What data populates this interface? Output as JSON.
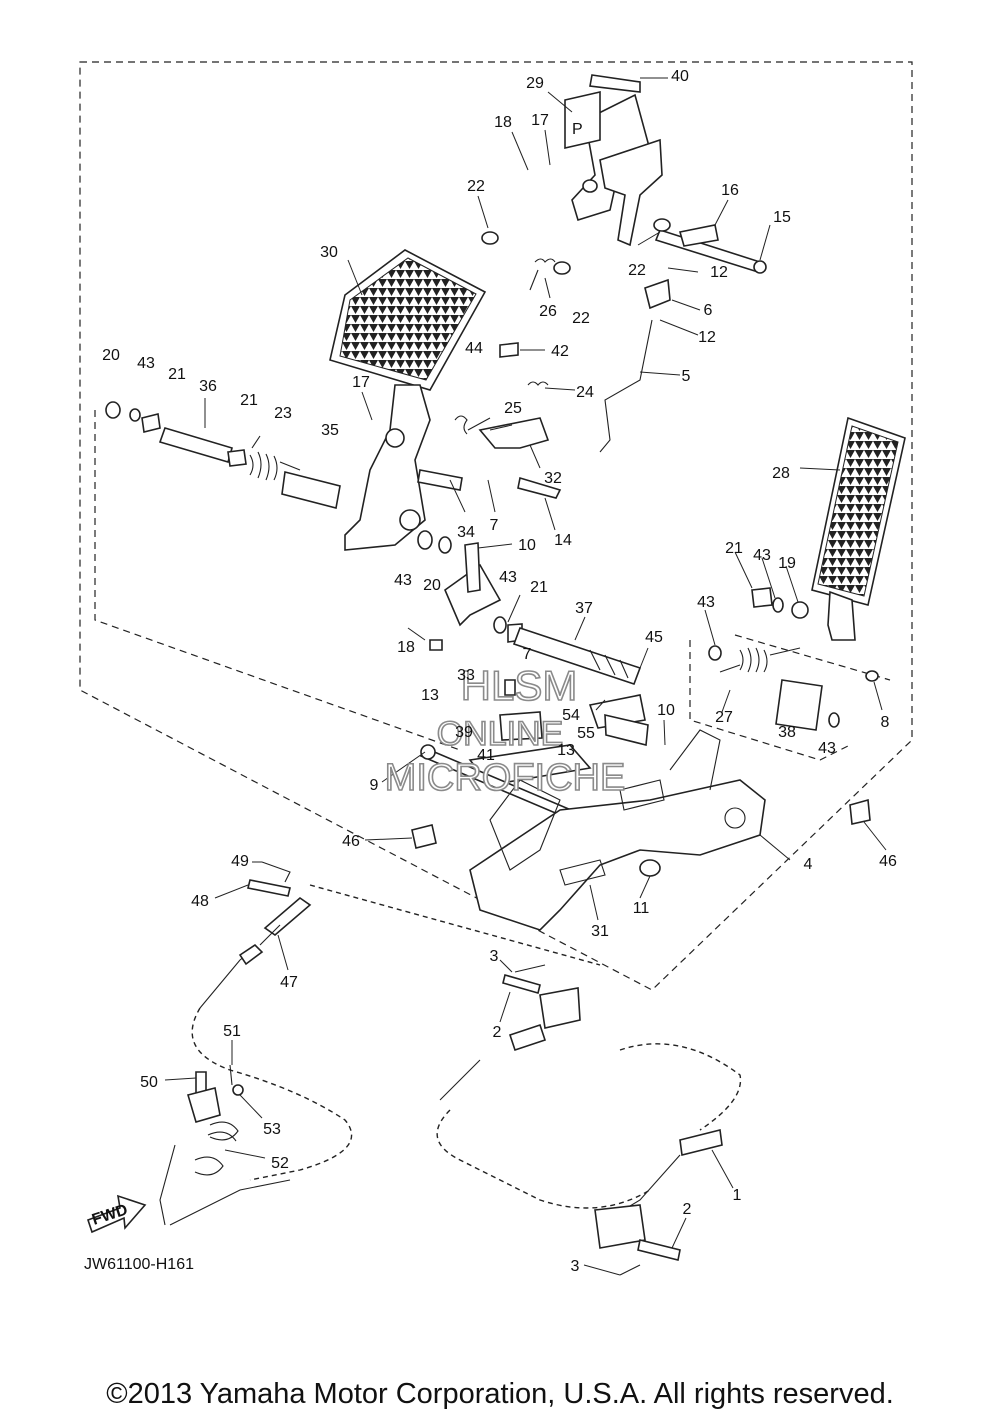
{
  "diagram": {
    "ref_code": "JW61100-H161",
    "copyright": "©2013 Yamaha Motor Corporation, U.S.A. All rights reserved.",
    "fwd_label": "FWD",
    "park_label": "P",
    "watermark": [
      "HLSM",
      "ONLINE",
      "MICROFICHE"
    ],
    "callouts": [
      {
        "id": "40",
        "text": "40"
      },
      {
        "id": "29",
        "text": "29"
      },
      {
        "id": "18a",
        "text": "18"
      },
      {
        "id": "17a",
        "text": "17"
      },
      {
        "id": "22a",
        "text": "22"
      },
      {
        "id": "16",
        "text": "16"
      },
      {
        "id": "15",
        "text": "15"
      },
      {
        "id": "30",
        "text": "30"
      },
      {
        "id": "22b",
        "text": "22"
      },
      {
        "id": "12a",
        "text": "12"
      },
      {
        "id": "26",
        "text": "26"
      },
      {
        "id": "22c",
        "text": "22"
      },
      {
        "id": "6",
        "text": "6"
      },
      {
        "id": "12b",
        "text": "12"
      },
      {
        "id": "42",
        "text": "42"
      },
      {
        "id": "44",
        "text": "44"
      },
      {
        "id": "5",
        "text": "5"
      },
      {
        "id": "20a",
        "text": "20"
      },
      {
        "id": "43a",
        "text": "43"
      },
      {
        "id": "21a",
        "text": "21"
      },
      {
        "id": "36",
        "text": "36"
      },
      {
        "id": "17b",
        "text": "17"
      },
      {
        "id": "24",
        "text": "24"
      },
      {
        "id": "25",
        "text": "25"
      },
      {
        "id": "21b",
        "text": "21"
      },
      {
        "id": "23",
        "text": "23"
      },
      {
        "id": "35",
        "text": "35"
      },
      {
        "id": "32",
        "text": "32"
      },
      {
        "id": "28",
        "text": "28"
      },
      {
        "id": "7a",
        "text": "7"
      },
      {
        "id": "34",
        "text": "34"
      },
      {
        "id": "14",
        "text": "14"
      },
      {
        "id": "10a",
        "text": "10"
      },
      {
        "id": "21c",
        "text": "21"
      },
      {
        "id": "43b",
        "text": "43"
      },
      {
        "id": "19",
        "text": "19"
      },
      {
        "id": "43c",
        "text": "43"
      },
      {
        "id": "20b",
        "text": "20"
      },
      {
        "id": "43d",
        "text": "43"
      },
      {
        "id": "21d",
        "text": "21"
      },
      {
        "id": "37",
        "text": "37"
      },
      {
        "id": "43e",
        "text": "43"
      },
      {
        "id": "18b",
        "text": "18"
      },
      {
        "id": "45",
        "text": "45"
      },
      {
        "id": "7b",
        "text": "7"
      },
      {
        "id": "33",
        "text": "33"
      },
      {
        "id": "13a",
        "text": "13"
      },
      {
        "id": "8",
        "text": "8"
      },
      {
        "id": "54",
        "text": "54"
      },
      {
        "id": "10b",
        "text": "10"
      },
      {
        "id": "27",
        "text": "27"
      },
      {
        "id": "55",
        "text": "55"
      },
      {
        "id": "39",
        "text": "39"
      },
      {
        "id": "38",
        "text": "38"
      },
      {
        "id": "13b",
        "text": "13"
      },
      {
        "id": "43f",
        "text": "43"
      },
      {
        "id": "41",
        "text": "41"
      },
      {
        "id": "9",
        "text": "9"
      },
      {
        "id": "46a",
        "text": "46"
      },
      {
        "id": "4",
        "text": "4"
      },
      {
        "id": "46b",
        "text": "46"
      },
      {
        "id": "49",
        "text": "49"
      },
      {
        "id": "48",
        "text": "48"
      },
      {
        "id": "11",
        "text": "11"
      },
      {
        "id": "31",
        "text": "31"
      },
      {
        "id": "3a",
        "text": "3"
      },
      {
        "id": "47",
        "text": "47"
      },
      {
        "id": "2a",
        "text": "2"
      },
      {
        "id": "51",
        "text": "51"
      },
      {
        "id": "50",
        "text": "50"
      },
      {
        "id": "53",
        "text": "53"
      },
      {
        "id": "52",
        "text": "52"
      },
      {
        "id": "1",
        "text": "1"
      },
      {
        "id": "2b",
        "text": "2"
      },
      {
        "id": "3b",
        "text": "3"
      }
    ]
  }
}
